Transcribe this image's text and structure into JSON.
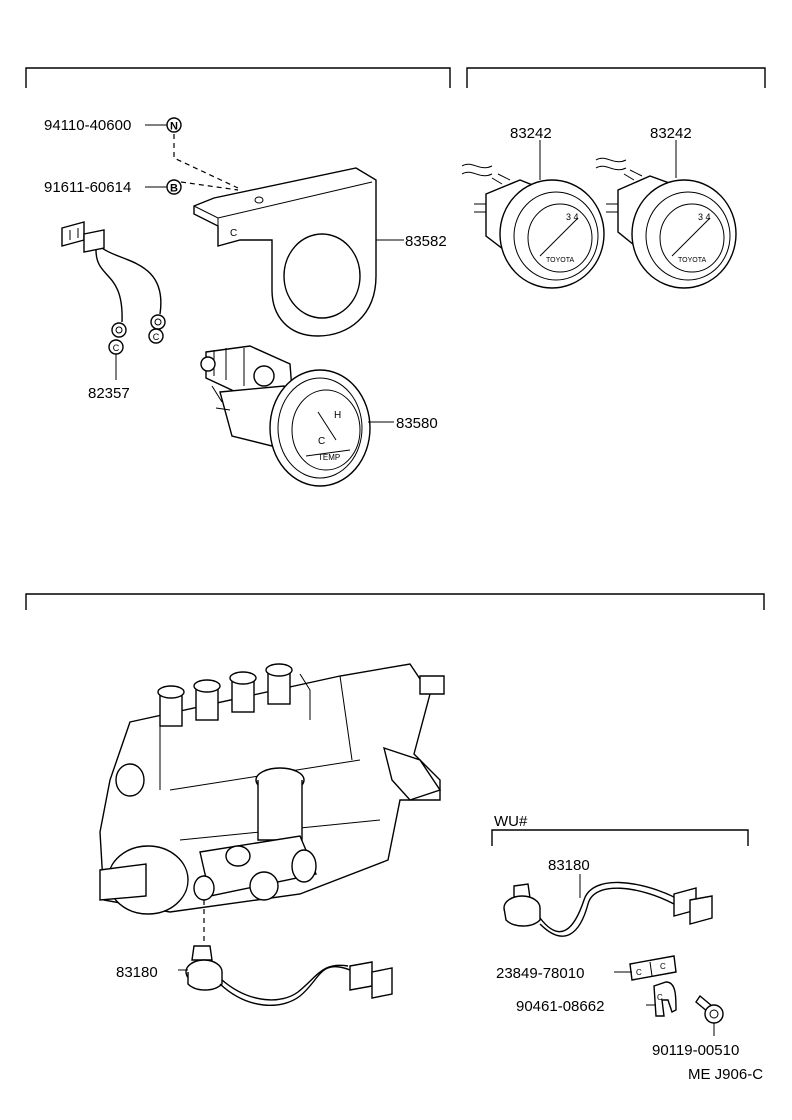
{
  "parts": {
    "nut": "94110-40600",
    "bolt": "91611-60614",
    "bracket": "83582",
    "wire": "82357",
    "gauge_left": "83242",
    "gauge_right": "83242",
    "temp_gauge": "83580",
    "sender_main": "83180",
    "sender_wu": "83180",
    "clamp": "23849-78010",
    "clip": "90461-08662",
    "bolt2": "90119-00510"
  },
  "marks": {
    "nut": "N",
    "bolt": "B",
    "bracket_c": "C",
    "ring_c1": "C",
    "ring_c2": "C",
    "clamp_c1": "C",
    "clamp_c2": "C",
    "clip_c": "C",
    "gauge_h": "H",
    "gauge_c": "C",
    "gauge_temp": "TEMP"
  },
  "section": {
    "wu": "WU#"
  },
  "code": "ME J906-C"
}
